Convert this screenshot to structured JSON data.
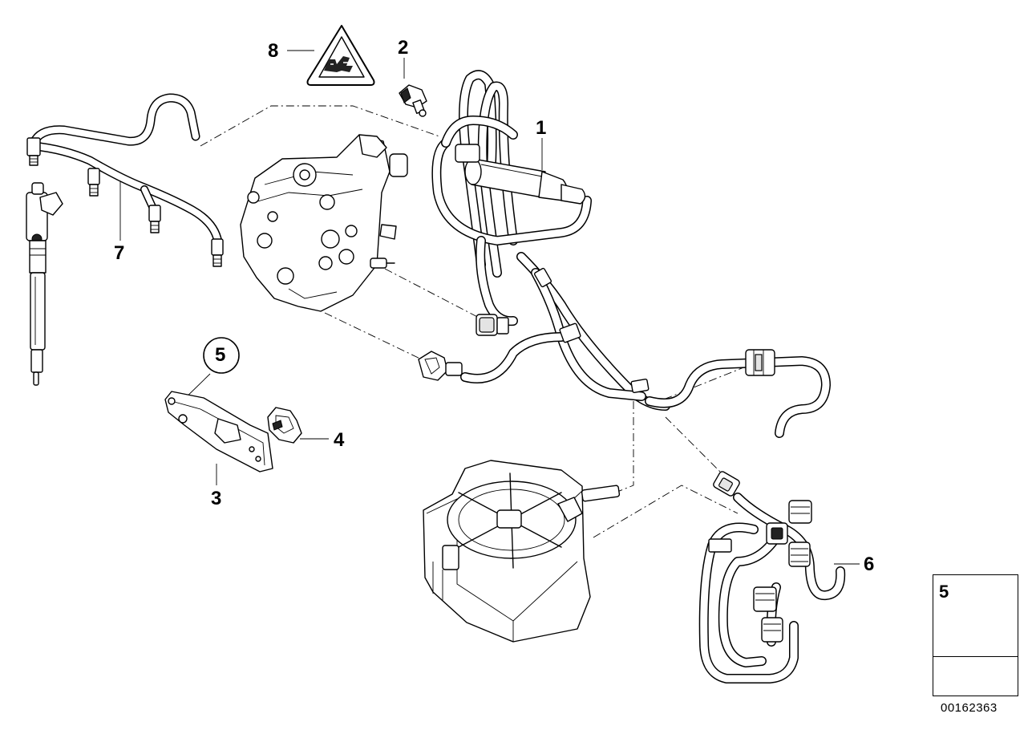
{
  "diagram": {
    "title": "Fuel supply / fuel lines parts diagram",
    "document_id": "00162363",
    "callouts": {
      "c1": "1",
      "c2": "2",
      "c3": "3",
      "c4": "4",
      "c5": "5",
      "c6": "6",
      "c7": "7",
      "c8": "8"
    },
    "legend": {
      "bolt_label": "5"
    }
  },
  "colors": {
    "line": "#000000",
    "fill": "#ffffff",
    "shade": "#e6e6e6",
    "dark": "#555555"
  }
}
